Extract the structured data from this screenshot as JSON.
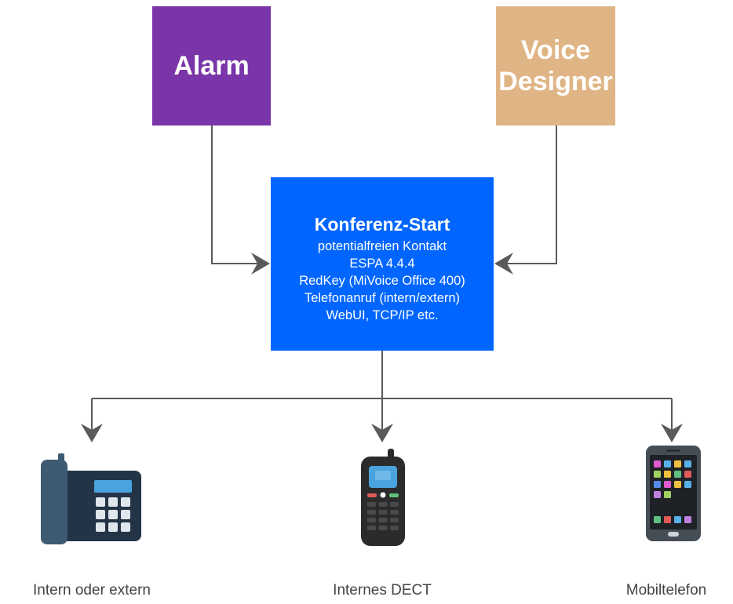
{
  "top_left_box": {
    "label": "Alarm",
    "color": "#7a35a8"
  },
  "top_right_box": {
    "label_line1": "Voice",
    "label_line2": "Designer",
    "color": "#e0b585"
  },
  "center_box": {
    "title": "Konferenz-Start",
    "lines": [
      "potentialfreien Kontakt",
      "ESPA 4.4.4",
      "RedKey (MiVoice Office 400)",
      "Telefonanruf (intern/extern)",
      "WebUI, TCP/IP etc."
    ],
    "color": "#0066ff"
  },
  "devices": [
    {
      "icon": "desk-phone-icon",
      "label": "Intern oder extern"
    },
    {
      "icon": "dect-handset-icon",
      "label": "Internes DECT"
    },
    {
      "icon": "smartphone-icon",
      "label": "Mobiltelefon"
    }
  ],
  "connector_color": "#555555"
}
